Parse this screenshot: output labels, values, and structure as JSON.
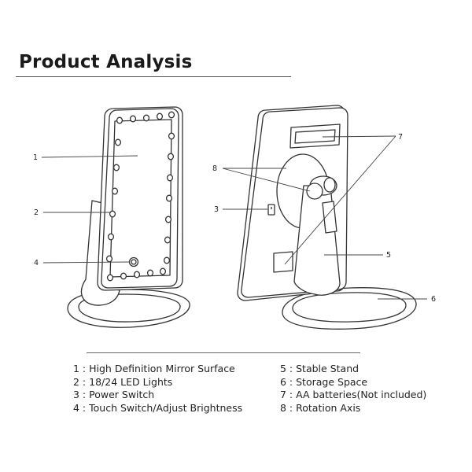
{
  "title": "Product Analysis",
  "callouts": [
    "1",
    "2",
    "4",
    "8",
    "3",
    "7",
    "5",
    "6"
  ],
  "legend_left": [
    {
      "num": "1",
      "sep": " : ",
      "text": "High Definition Mirror Surface"
    },
    {
      "num": "2",
      "sep": " : ",
      "text": "18/24 LED Lights"
    },
    {
      "num": "3",
      "sep": " : ",
      "text": "Power Switch"
    },
    {
      "num": "4",
      "sep": " : ",
      "text": "Touch Switch/Adjust Brightness"
    }
  ],
  "legend_right": [
    {
      "num": "5",
      "sep": " : ",
      "text": "Stable Stand"
    },
    {
      "num": "6",
      "sep": " : ",
      "text": "Storage Space"
    },
    {
      "num": "7",
      "sep": " : ",
      "text": "AA batteries(Not included)"
    },
    {
      "num": "8",
      "sep": " : ",
      "text": "Rotation Axis"
    }
  ],
  "colors": {
    "line": "#333333",
    "text": "#222222",
    "background": "#ffffff"
  }
}
